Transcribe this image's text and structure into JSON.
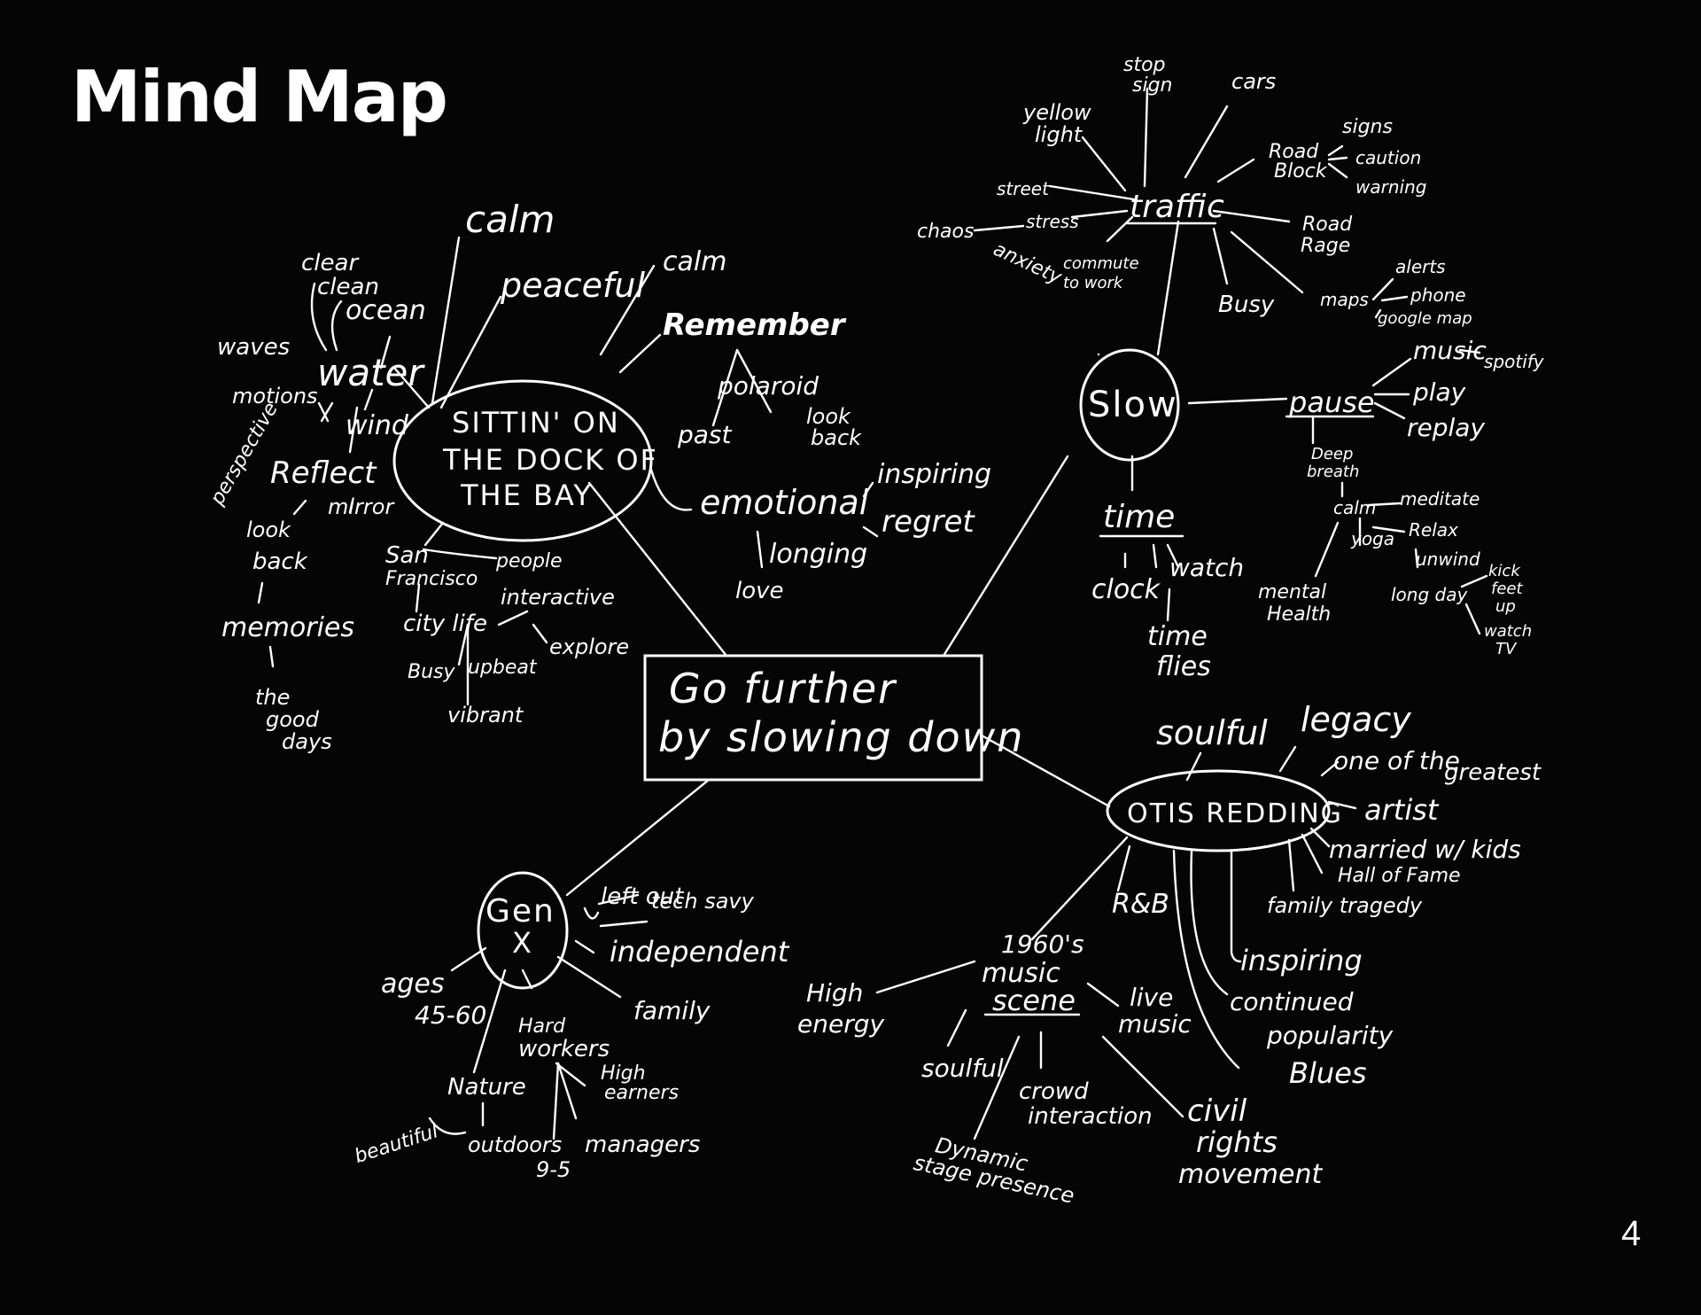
{
  "title": "Mind Map",
  "page_number": "4",
  "center": {
    "line1": "Go further",
    "line2": "by slowing down"
  },
  "dock": {
    "hub": [
      "SITTIN' ON",
      "THE DOCK OF",
      "THE BAY"
    ],
    "calm_top": "calm",
    "peaceful": "peaceful",
    "calm_right": "calm",
    "remember": "Remember",
    "polaroid": "polaroid",
    "past": "past",
    "look_back": [
      "look",
      "back"
    ],
    "emotional": "emotional",
    "inspiring": "inspiring",
    "longing": "longing",
    "regret": "regret",
    "love": "love",
    "water": "water",
    "wind": "wind",
    "clear": "clear",
    "clean": "clean",
    "ocean": "ocean",
    "waves": "waves",
    "motions": "motions",
    "perspective": "perspective",
    "reflect": "Reflect",
    "mirror": "mirror",
    "look_back_left": [
      "look",
      "back"
    ],
    "memories": "memories",
    "good_days": [
      "the",
      "good",
      "days"
    ],
    "san_francisco": [
      "San",
      "Francisco"
    ],
    "people": "people",
    "city_life": "city life",
    "interactive": "interactive",
    "busy": "Busy",
    "upbeat": "upbeat",
    "explore": "explore",
    "vibrant": "vibrant"
  },
  "slow": {
    "hub": "Slow",
    "traffic": "traffic",
    "stop_sign": [
      "stop",
      "sign"
    ],
    "cars": "cars",
    "yellow_light": [
      "yellow",
      "light"
    ],
    "road_block": [
      "Road",
      "Block"
    ],
    "signs": "signs",
    "caution": "caution",
    "warning": "warning",
    "street": "street",
    "stress": "stress",
    "chaos": "chaos",
    "anxiety": "anxiety",
    "commute": [
      "commute",
      "to work"
    ],
    "busy": "Busy",
    "road_rage": [
      "Road",
      "Rage"
    ],
    "maps": "maps",
    "alerts": "alerts",
    "phone": "phone",
    "google_map": "google map",
    "pause": "pause",
    "music": "music",
    "spotify": "spotify",
    "play": "play",
    "replay": "replay",
    "deep_breath": [
      "Deep",
      "breath"
    ],
    "calm": "calm",
    "meditate": "meditate",
    "yoga": "yoga",
    "relax": "Relax",
    "unwind": "unwind",
    "mental_health": [
      "mental",
      "Health"
    ],
    "long_day": "long day",
    "kick_feet_up": [
      "kick",
      "feet",
      "up"
    ],
    "watch_tv": [
      "watch",
      "TV"
    ],
    "time": "time",
    "clock": "clock",
    "watch": "watch",
    "time_flies": [
      "time",
      "flies"
    ]
  },
  "otis": {
    "hub": "OTIS REDDING",
    "soulful_top": "soulful",
    "legacy": "legacy",
    "one_of_the": "one of the",
    "greatest": "greatest",
    "artist": "artist",
    "married": "married w/ kids",
    "hall_of_fame": "Hall of Fame",
    "family_tragedy": "family tragedy",
    "rnb": "R&B",
    "inspiring": "inspiring",
    "continued_popularity": [
      "continued",
      "popularity"
    ],
    "blues": "Blues",
    "music_scene": [
      "1960's",
      "music",
      "scene"
    ],
    "high_energy": [
      "High",
      "energy"
    ],
    "live_music": [
      "live",
      "music"
    ],
    "soulful": "soulful",
    "crowd_interaction": [
      "crowd",
      "interaction"
    ],
    "civil_rights": [
      "civil",
      "rights",
      "movement"
    ],
    "dynamic": [
      "Dynamic",
      "stage presence"
    ]
  },
  "genx": {
    "hub": [
      "Gen",
      "X"
    ],
    "left_out": "left out",
    "tech_savy": "tech savy",
    "independent": "independent",
    "family": "family",
    "ages": [
      "ages",
      "45-60"
    ],
    "hard_workers": [
      "Hard",
      "workers"
    ],
    "high_earners": [
      "High",
      "earners"
    ],
    "nature": "Nature",
    "beautiful": "beautiful",
    "outdoors": "outdoors",
    "nine_five": "9-5",
    "managers": "managers"
  }
}
